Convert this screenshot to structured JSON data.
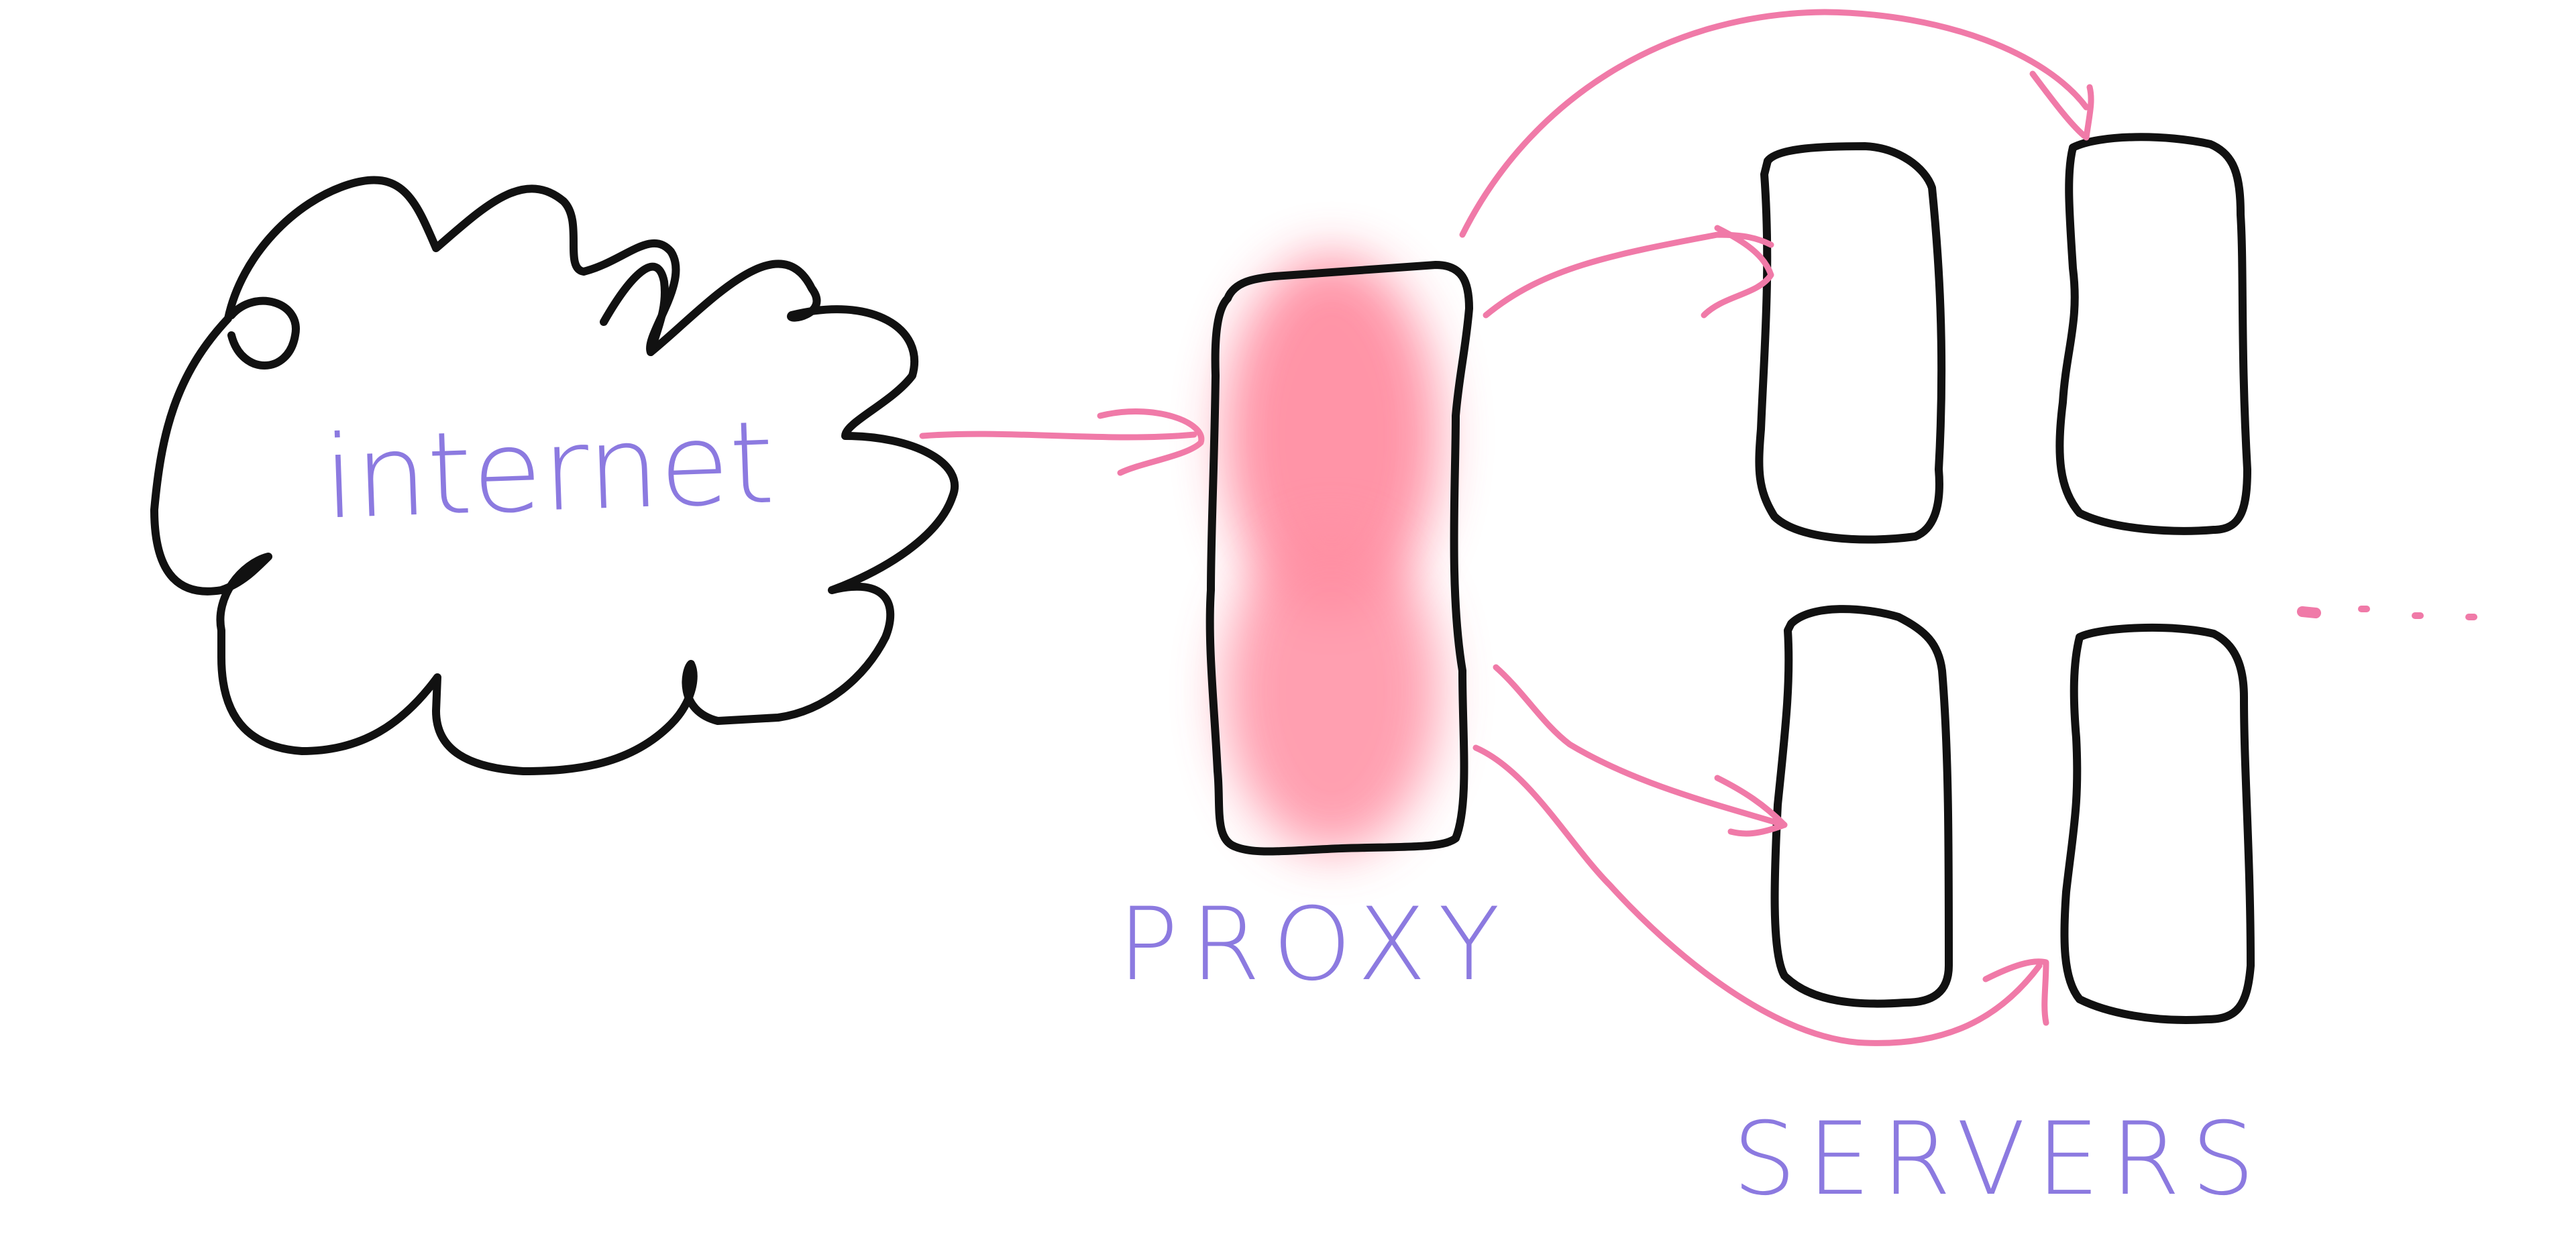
{
  "labels": {
    "internet": "internet",
    "proxy": "PROXY",
    "servers": "SERVERS"
  },
  "colors": {
    "ink": "#111111",
    "arrow": "#f07aa8",
    "label": "#8c7ae0",
    "proxy_fill": "#ff8fa3"
  },
  "nodes": [
    "internet-cloud",
    "proxy-box",
    "server-1",
    "server-2",
    "server-3",
    "server-4"
  ],
  "ellipsis_marker": "more-servers-dots"
}
